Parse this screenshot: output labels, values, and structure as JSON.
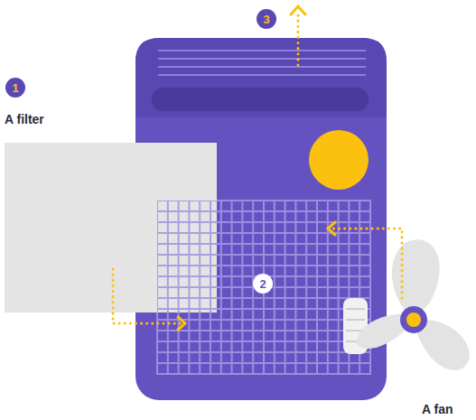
{
  "diagram": {
    "labels": [
      "3",
      "1",
      "A filter",
      "2",
      "A fan"
    ]
  }
}
